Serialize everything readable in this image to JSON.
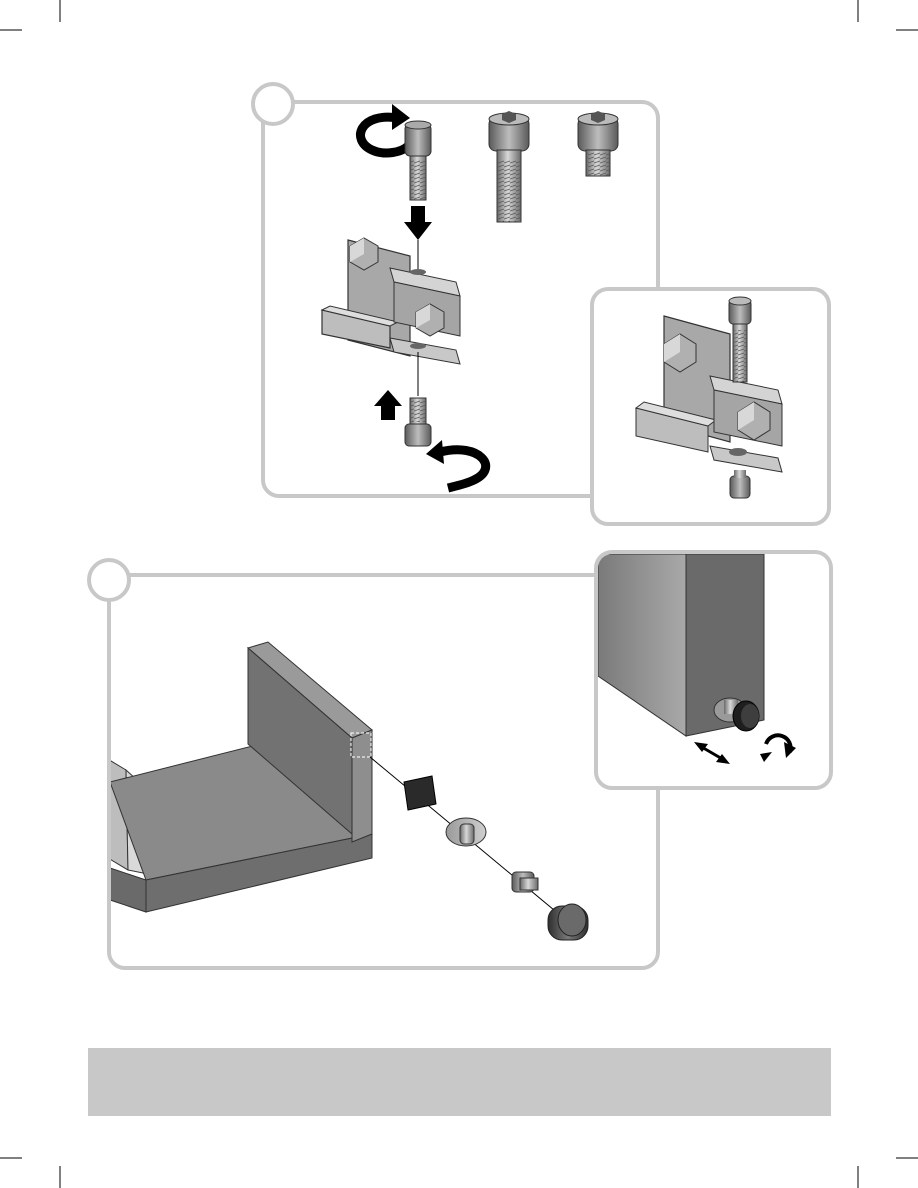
{
  "page": {
    "background": "#ffffff",
    "panel_border_color": "#c8c8c8",
    "metal_colors": {
      "light": "#cfcfcf",
      "mid": "#9b9b9b",
      "dark": "#5e5e5e",
      "edge": "#3a3a3a"
    },
    "wood_colors": {
      "top": "#8a8a8a",
      "face": "#6e6e6e",
      "light": "#bdbdbd"
    }
  },
  "step1": {
    "step_number": "",
    "parts": [
      "long-bolt",
      "medium-bolt",
      "short-bolt",
      "bracket"
    ],
    "detail_view": "assembled-bracket"
  },
  "step2": {
    "step_number": "",
    "parts": [
      "square-pad",
      "t-washer",
      "adjuster-screw",
      "foot-cap"
    ],
    "detail_view": "adjustable-foot"
  },
  "footer": {
    "text": ""
  }
}
